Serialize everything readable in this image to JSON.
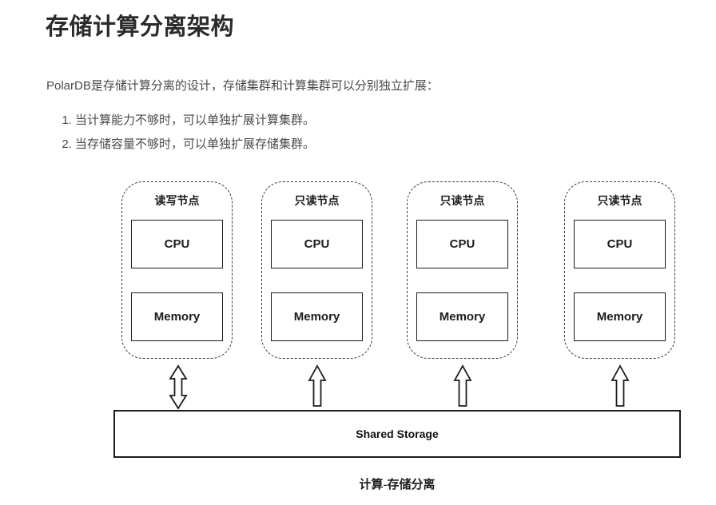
{
  "page": {
    "title": "存储计算分离架构",
    "intro": "PolarDB是存储计算分离的设计，存储集群和计算集群可以分别独立扩展：",
    "list_items": [
      "当计算能力不够时，可以单独扩展计算集群。",
      "当存储容量不够时，可以单独扩展存储集群。"
    ]
  },
  "diagram": {
    "nodes": [
      {
        "label": "读写节点",
        "cpu": "CPU",
        "memory": "Memory",
        "link_to_storage": "bidirectional"
      },
      {
        "label": "只读节点",
        "cpu": "CPU",
        "memory": "Memory",
        "link_to_storage": "read-up"
      },
      {
        "label": "只读节点",
        "cpu": "CPU",
        "memory": "Memory",
        "link_to_storage": "read-up"
      },
      {
        "label": "只读节点",
        "cpu": "CPU",
        "memory": "Memory",
        "link_to_storage": "read-up"
      }
    ],
    "storage_label": "Shared Storage",
    "caption": "计算-存储分离"
  },
  "colors": {
    "heading": "#2b2b2b",
    "body_text": "#4a4a4a",
    "diagram_line": "#1c1c1c",
    "background": "#ffffff"
  }
}
